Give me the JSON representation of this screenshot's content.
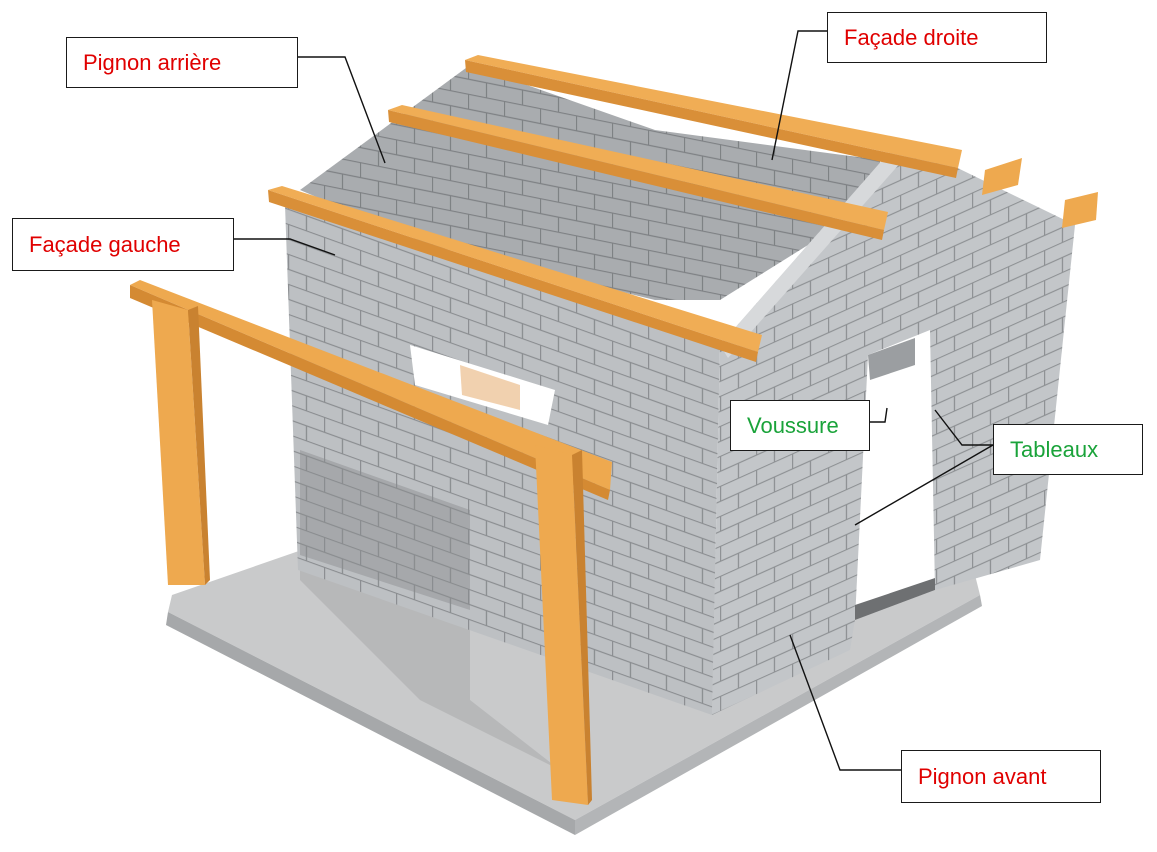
{
  "labels": {
    "pignon_arriere": "Pignon arrière",
    "facade_droite": "Façade droite",
    "facade_gauche": "Façade gauche",
    "voussure": "Voussure",
    "tableaux": "Tableaux",
    "pignon_avant": "Pignon avant"
  },
  "colors": {
    "structural_label": "#e00000",
    "opening_label": "#1aa33a",
    "timber": "#eea94f",
    "block": "#b9bcbf",
    "mortar": "#8e9194",
    "slab": "#c9cacb"
  }
}
